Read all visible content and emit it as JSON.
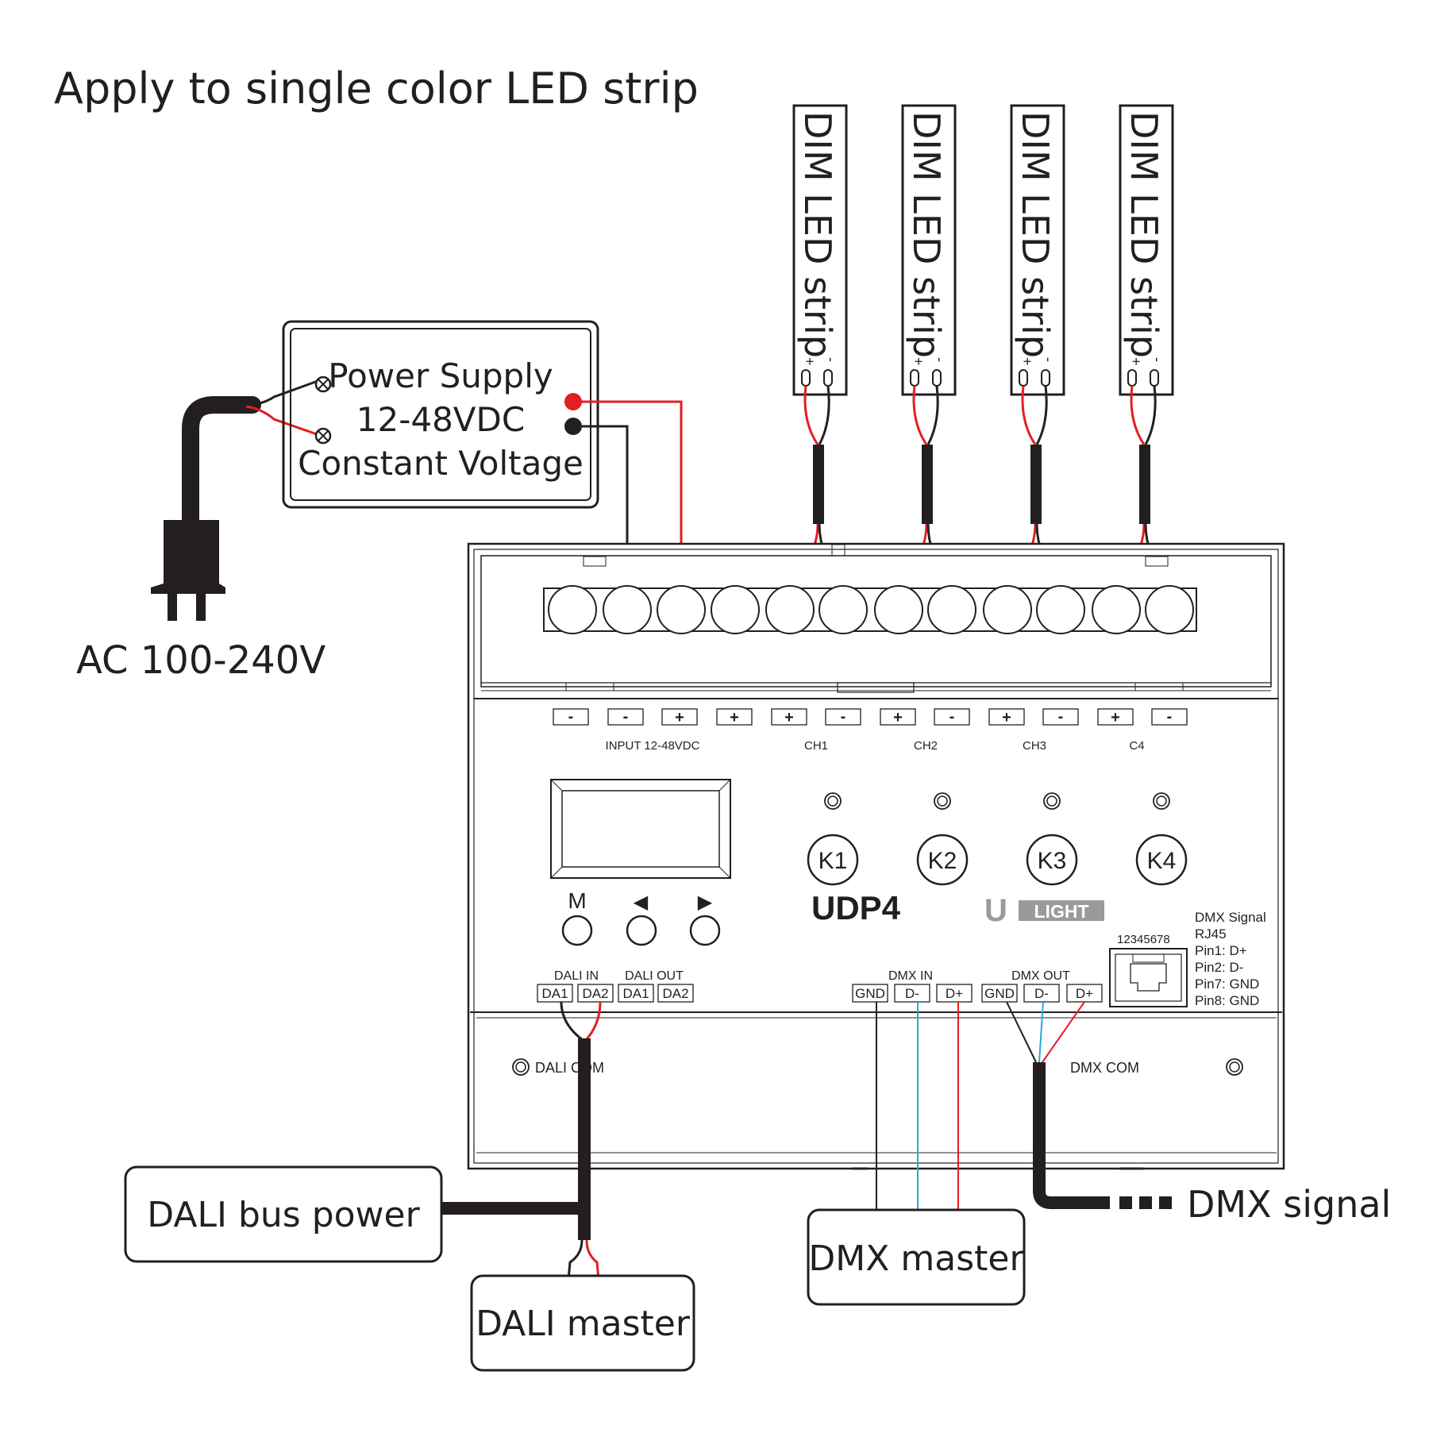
{
  "title": "Apply to single color LED strip",
  "ac_label": "AC 100-240V",
  "power_supply": {
    "lines": [
      "Power Supply",
      "12-48VDC",
      "Constant Voltage"
    ]
  },
  "led_strips": [
    {
      "label": "DIM LED strip",
      "plus": "+",
      "minus": "-"
    },
    {
      "label": "DIM LED strip",
      "plus": "+",
      "minus": "-"
    },
    {
      "label": "DIM LED strip",
      "plus": "+",
      "minus": "-"
    },
    {
      "label": "DIM LED strip",
      "plus": "+",
      "minus": "-"
    }
  ],
  "device": {
    "model": "UDP4",
    "brand": {
      "u": "U",
      "rest": "LIGHT"
    },
    "input_label": "INPUT 12-48VDC",
    "terminals": [
      "-",
      "-",
      "+",
      "+",
      "+",
      "-",
      "+",
      "-",
      "+",
      "-",
      "+",
      "-"
    ],
    "channel_labels": [
      "CH1",
      "CH2",
      "CH3",
      "C4"
    ],
    "keys": [
      "K1",
      "K2",
      "K3",
      "K4"
    ],
    "buttons": {
      "m": "M",
      "left": "◀",
      "right": "▶"
    },
    "dali": {
      "in_label": "DALI IN",
      "out_label": "DALI OUT",
      "terminals": [
        "DA1",
        "DA2",
        "DA1",
        "DA2"
      ],
      "com_label": "DALI COM"
    },
    "dmx": {
      "in_label": "DMX IN",
      "out_label": "DMX OUT",
      "in_terminals": [
        "GND",
        "D-",
        "D+"
      ],
      "out_terminals": [
        "GND",
        "D-",
        "D+"
      ],
      "com_label": "DMX COM"
    },
    "rj45": {
      "pin_numbers": "12345678",
      "info": [
        "DMX Signal",
        "RJ45",
        "Pin1: D+",
        "Pin2: D-",
        "Pin7: GND",
        "Pin8: GND"
      ]
    }
  },
  "dali_bus_power": "DALI bus power",
  "dali_master": "DALI master",
  "dmx_master": "DMX master",
  "dmx_signal": "DMX signal",
  "colors": {
    "line": "#231f20",
    "positive": "#e31e24",
    "dmx_blue": "#2aa7df",
    "brand_gray": "#9a9a9a"
  }
}
